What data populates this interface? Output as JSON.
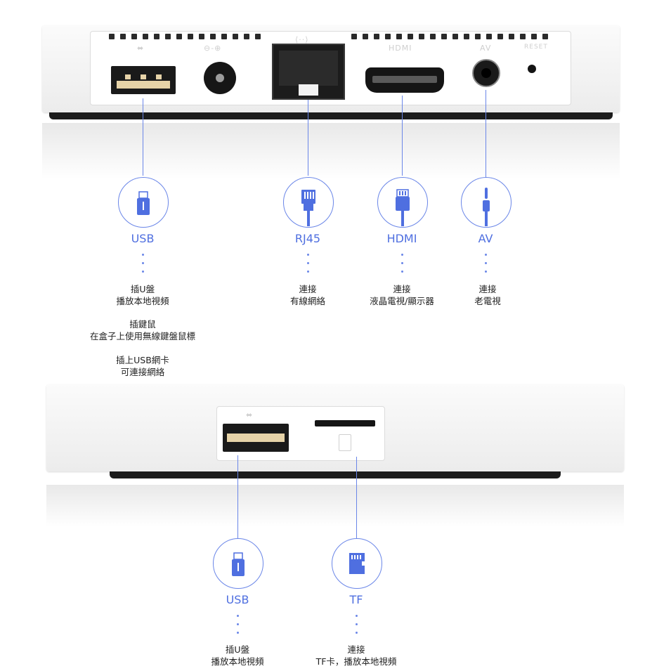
{
  "colors": {
    "accent": "#4f6fe0",
    "line": "#6a86e8"
  },
  "back_panel": {
    "port_labels": {
      "usb_symbol": "⬌",
      "dc": "⊖-⊕",
      "lan": "⟨··⟩",
      "hdmi": "HDMI",
      "av": "AV",
      "reset": "RESET"
    }
  },
  "callouts_back": [
    {
      "id": "usb",
      "icon": "usb-connector-icon",
      "title": "USB",
      "lines": [
        "插U盤",
        "播放本地視頻"
      ],
      "extra": [
        [
          "插鍵鼠",
          "在盒子上使用無線鍵盤鼠標"
        ],
        [
          "插上USB網卡",
          "可連接網絡"
        ]
      ]
    },
    {
      "id": "rj45",
      "icon": "rj45-connector-icon",
      "title": "RJ45",
      "lines": [
        "連接",
        "有線網絡"
      ]
    },
    {
      "id": "hdmi",
      "icon": "hdmi-connector-icon",
      "title": "HDMI",
      "lines": [
        "連接",
        "液晶電視/顯示器"
      ]
    },
    {
      "id": "av",
      "icon": "av-jack-icon",
      "title": "AV",
      "lines": [
        "連接",
        "老電視"
      ]
    }
  ],
  "callouts_front": [
    {
      "id": "usb2",
      "icon": "usb-connector-icon",
      "title": "USB",
      "lines": [
        "插U盤",
        "播放本地視頻"
      ]
    },
    {
      "id": "tf",
      "icon": "tf-card-icon",
      "title": "TF",
      "lines": [
        "連接",
        "TF卡，播放本地視頻"
      ]
    }
  ]
}
